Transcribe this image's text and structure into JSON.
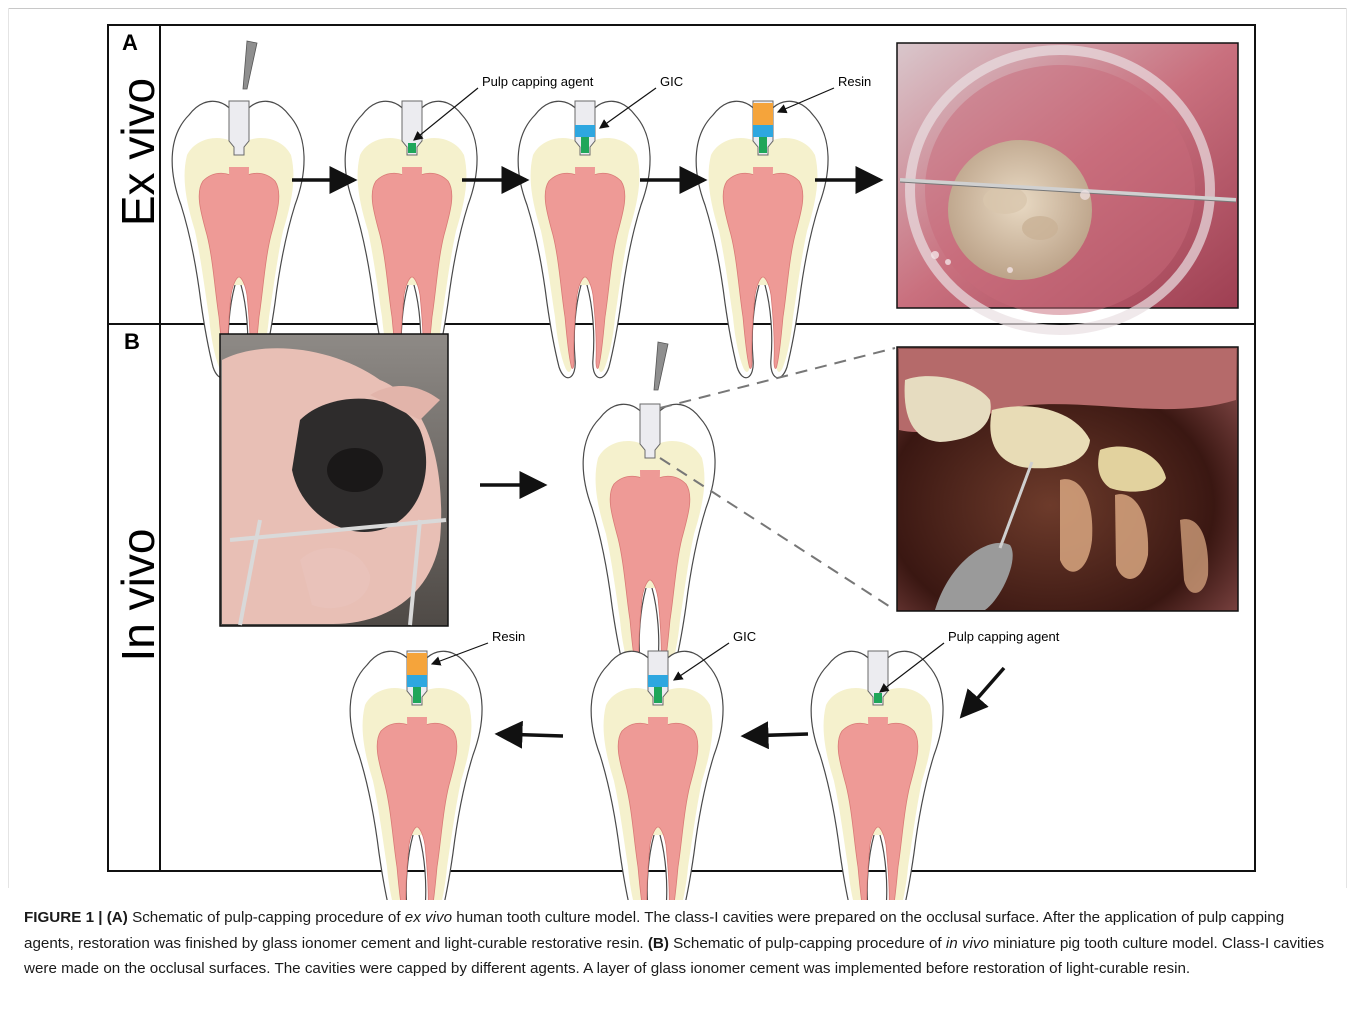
{
  "figure": {
    "panels": [
      {
        "letter": "A",
        "side_label": "Ex vivo"
      },
      {
        "letter": "B",
        "side_label": "In vivo"
      }
    ],
    "labels": {
      "pulp_capping_agent": "Pulp capping agent",
      "gic": "GIC",
      "resin": "Resin"
    },
    "photos": [
      {
        "name": "tooth-culture-dish-photo",
        "description": "extracted tooth in culture dish with pink medium"
      },
      {
        "name": "miniature-pig-photo",
        "description": "anesthetized miniature pig"
      },
      {
        "name": "pig-teeth-drilling-photo",
        "description": "close-up of drilling on pig teeth"
      }
    ],
    "colors": {
      "enamel": "#ffffff",
      "dentin": "#f5f1cd",
      "pulp": "#ee9a96",
      "cavity": "#ececf0",
      "pulp_capping_agent": "#1fa65a",
      "gic": "#2ea7e0",
      "resin": "#f5a43b"
    }
  },
  "caption": {
    "fig_label": "FIGURE 1 |",
    "a_label": "(A)",
    "a_text_1": " Schematic of pulp-capping procedure of ",
    "a_italic": "ex vivo",
    "a_text_2": " human tooth culture model. The class-I cavities were prepared on the occlusal surface. After the application of pulp capping agents, restoration was finished by glass ionomer cement and light-curable restorative resin. ",
    "b_label": "(B)",
    "b_text_1": " Schematic of pulp-capping procedure of ",
    "b_italic": "in vivo",
    "b_text_2": " miniature pig tooth culture model. Class-I cavities were made on the occlusal surfaces. The cavities were capped by different agents. A layer of glass ionomer cement was implemented before restoration of light-curable resin."
  }
}
